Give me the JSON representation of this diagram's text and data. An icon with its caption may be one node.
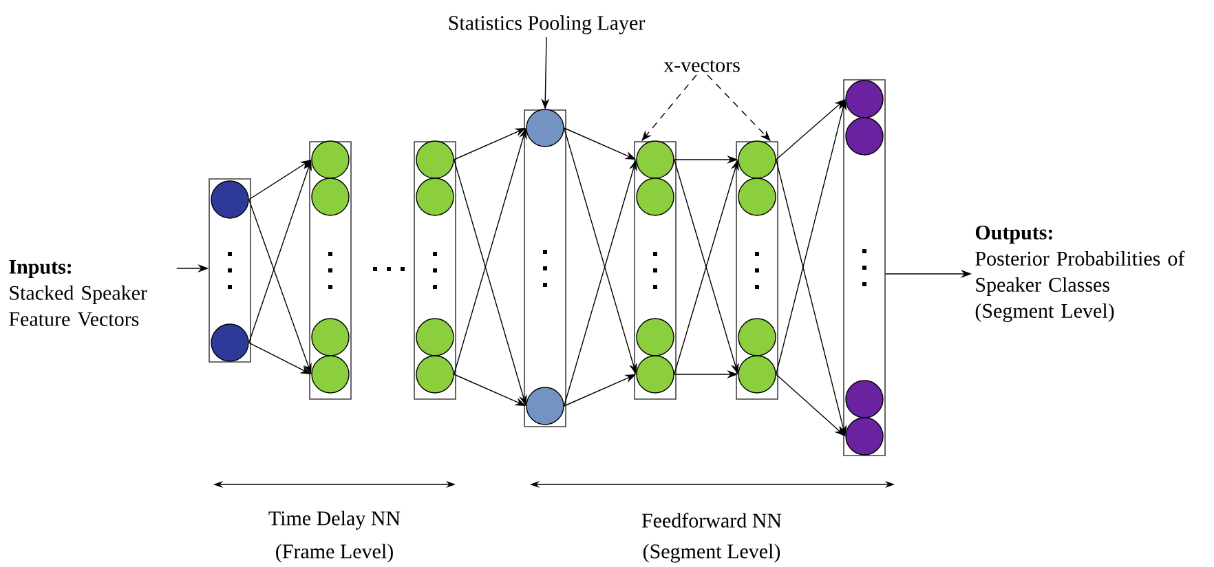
{
  "diagram": {
    "nodes": [
      {
        "text": [
          "Inputs:",
          "Stacked Speaker Feature Vectors"
        ]
      },
      {
        "text": [
          "Statistics Pooling Layer"
        ]
      },
      {
        "text": [
          "x-vectors"
        ]
      },
      {
        "text": [
          "Outputs:",
          "Posterior Probabilities of Speaker Classes",
          "(Segment Level)"
        ]
      },
      {
        "text": [],
        "shape": "box"
      },
      {
        "text": [],
        "shape": "box"
      },
      {
        "text": [],
        "shape": "box"
      },
      {
        "text": [],
        "shape": "box"
      },
      {
        "text": [],
        "shape": "box"
      },
      {
        "text": [],
        "shape": "box"
      },
      {
        "text": [],
        "shape": "box"
      },
      {
        "text": [],
        "shape": "circle",
        "in": 4
      },
      {
        "text": [],
        "shape": "circle",
        "in": 4
      },
      {
        "text": [],
        "shape": "circle",
        "in": 5
      },
      {
        "text": [],
        "shape": "circle",
        "in": 5
      },
      {
        "text": [],
        "shape": "circle",
        "in": 5
      },
      {
        "text": [],
        "shape": "circle",
        "in": 5
      },
      {
        "text": [],
        "shape": "circle",
        "in": 6
      },
      {
        "text": [],
        "shape": "circle",
        "in": 6
      },
      {
        "text": [],
        "shape": "circle",
        "in": 6
      },
      {
        "text": [],
        "shape": "circle",
        "in": 6
      },
      {
        "text": [],
        "shape": "circle",
        "in": 7
      },
      {
        "text": [],
        "shape": "circle",
        "in": 7
      },
      {
        "text": [],
        "shape": "circle",
        "in": 8
      },
      {
        "text": [],
        "shape": "circle",
        "in": 8
      },
      {
        "text": [],
        "shape": "circle",
        "in": 8
      },
      {
        "text": [],
        "shape": "circle",
        "in": 8
      },
      {
        "text": [],
        "shape": "circle",
        "in": 9
      },
      {
        "text": [],
        "shape": "circle",
        "in": 9
      },
      {
        "text": [],
        "shape": "circle",
        "in": 9
      },
      {
        "text": [],
        "shape": "circle",
        "in": 9
      },
      {
        "text": [],
        "shape": "circle",
        "in": 10
      },
      {
        "text": [],
        "shape": "circle",
        "in": 10
      },
      {
        "text": [],
        "shape": "circle",
        "in": 10
      },
      {
        "text": [],
        "shape": "circle",
        "in": 10
      }
    ],
    "edges": [
      {
        "from": 1,
        "to": 7,
        "arrow": "to"
      },
      {
        "from": 2,
        "to": 8,
        "arrow": "to",
        "style": "dashed"
      },
      {
        "from": 2,
        "to": 9,
        "arrow": "to",
        "style": "dashed"
      },
      {
        "from": 0,
        "to": 4,
        "arrow": "to"
      },
      {
        "from": 10,
        "to": 3,
        "arrow": "to"
      },
      {
        "from": 11,
        "to": 13,
        "arrow": "to"
      },
      {
        "from": 11,
        "to": 16,
        "arrow": "to"
      },
      {
        "from": 12,
        "to": 13,
        "arrow": "to"
      },
      {
        "from": 12,
        "to": 16,
        "arrow": "to"
      },
      {
        "from": 17,
        "to": 21,
        "arrow": "to"
      },
      {
        "from": 17,
        "to": 22,
        "arrow": "to"
      },
      {
        "from": 20,
        "to": 21,
        "arrow": "to"
      },
      {
        "from": 20,
        "to": 22,
        "arrow": "to"
      },
      {
        "from": 21,
        "to": 23,
        "arrow": "to"
      },
      {
        "from": 21,
        "to": 26,
        "arrow": "to"
      },
      {
        "from": 22,
        "to": 23,
        "arrow": "to"
      },
      {
        "from": 22,
        "to": 26,
        "arrow": "to"
      },
      {
        "from": 23,
        "to": 27,
        "arrow": "to"
      },
      {
        "from": 23,
        "to": 30,
        "arrow": "to"
      },
      {
        "from": 26,
        "to": 27,
        "arrow": "to"
      },
      {
        "from": 26,
        "to": 30,
        "arrow": "to"
      },
      {
        "from": 27,
        "to": 31,
        "arrow": "to"
      },
      {
        "from": 27,
        "to": 34,
        "arrow": "to"
      },
      {
        "from": 30,
        "to": 31,
        "arrow": "to"
      },
      {
        "from": 30,
        "to": 34,
        "arrow": "to"
      }
    ],
    "labels": [
      "Time Delay NN",
      "(Frame Level)",
      "Feedforward NN",
      "(Segment Level)"
    ]
  }
}
